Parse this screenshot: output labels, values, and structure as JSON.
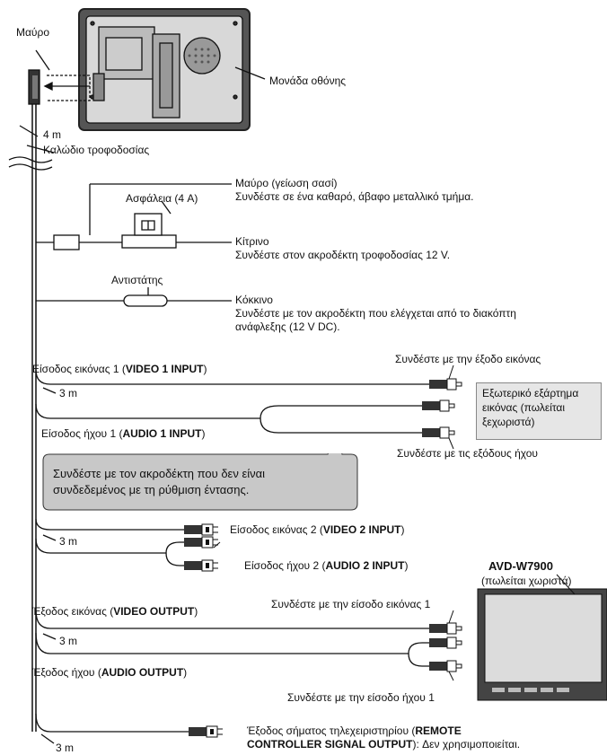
{
  "labels": {
    "black_connector": "Μαύρο",
    "display_unit": "Μονάδα οθόνης",
    "len_4m": "4 m",
    "power_cable": "Καλώδιο τροφοδοσίας",
    "black_ground": "Μαύρο (γείωση σασί)",
    "black_ground_desc": "Συνδέστε σε ένα καθαρό, άβαφο μεταλλικό τμήμα.",
    "fuse": "Ασφάλεια (4 A)",
    "yellow": "Κίτρινο",
    "yellow_desc": "Συνδέστε στον ακροδέκτη τροφοδοσίας 12 V.",
    "resistor": "Αντιστάτης",
    "red": "Κόκκινο",
    "red_desc_1": "Συνδέστε με τον ακροδέκτη που ελέγχεται από το διακόπτη",
    "red_desc_2": "ανάφλεξης (12 V DC).",
    "video1_in_prefix": "Είσοδος εικόνας 1 (",
    "video1_in_bold": "VIDEO 1 INPUT",
    "video1_in_suffix": ")",
    "connect_video_out": "Συνδέστε με την έξοδο εικόνας",
    "len_3m_a": "3 m",
    "ext_device_1": "Εξωτερικό εξάρτημα",
    "ext_device_2": "εικόνας (πωλείται",
    "ext_device_3": "ξεχωριστά)",
    "audio1_in_prefix": "Είσοδος ήχου 1 (",
    "audio1_in_bold": "AUDIO 1 INPUT",
    "audio1_in_suffix": ")",
    "connect_audio_outs": "Συνδέστε με τις εξόδους ήχου",
    "note_1": "Συνδέστε με τον ακροδέκτη που δεν είναι",
    "note_2": "συνδεδεμένος με τη ρύθμιση έντασης.",
    "len_3m_b": "3 m",
    "video2_in_prefix": "Είσοδος εικόνας 2 (",
    "video2_in_bold": "VIDEO 2 INPUT",
    "video2_in_suffix": ")",
    "audio2_in_prefix": "Είσοδος ήχου 2 (",
    "audio2_in_bold": "AUDIO 2 INPUT",
    "audio2_in_suffix": ")",
    "avd_model": "AVD-W7900",
    "avd_sold_sep": "(πωλείται χωριστά)",
    "video_out_prefix": "Έξοδος εικόνας (",
    "video_out_bold": "VIDEO OUTPUT",
    "video_out_suffix": ")",
    "connect_video_in1": "Συνδέστε με την είσοδο εικόνας 1",
    "len_3m_c": "3 m",
    "audio_out_prefix": "Έξοδος ήχου (",
    "audio_out_bold": "AUDIO OUTPUT",
    "audio_out_suffix": ")",
    "connect_audio_in1": "Συνδέστε με την είσοδο ήχου 1",
    "remote_prefix": "Έξοδος σήματος τηλεχειριστηρίου (",
    "remote_bold_1": "REMOTE",
    "remote_bold_2": "CONTROLLER SIGNAL OUTPUT",
    "remote_suffix": "): Δεν χρησιμοποιείται.",
    "len_3m_d": "3 m"
  },
  "colors": {
    "line": "#111111",
    "box_fill": "#e6e6e6",
    "note_fill": "#c8c8c8",
    "device_dark": "#444444",
    "screen_fill": "#dcdcdc"
  }
}
